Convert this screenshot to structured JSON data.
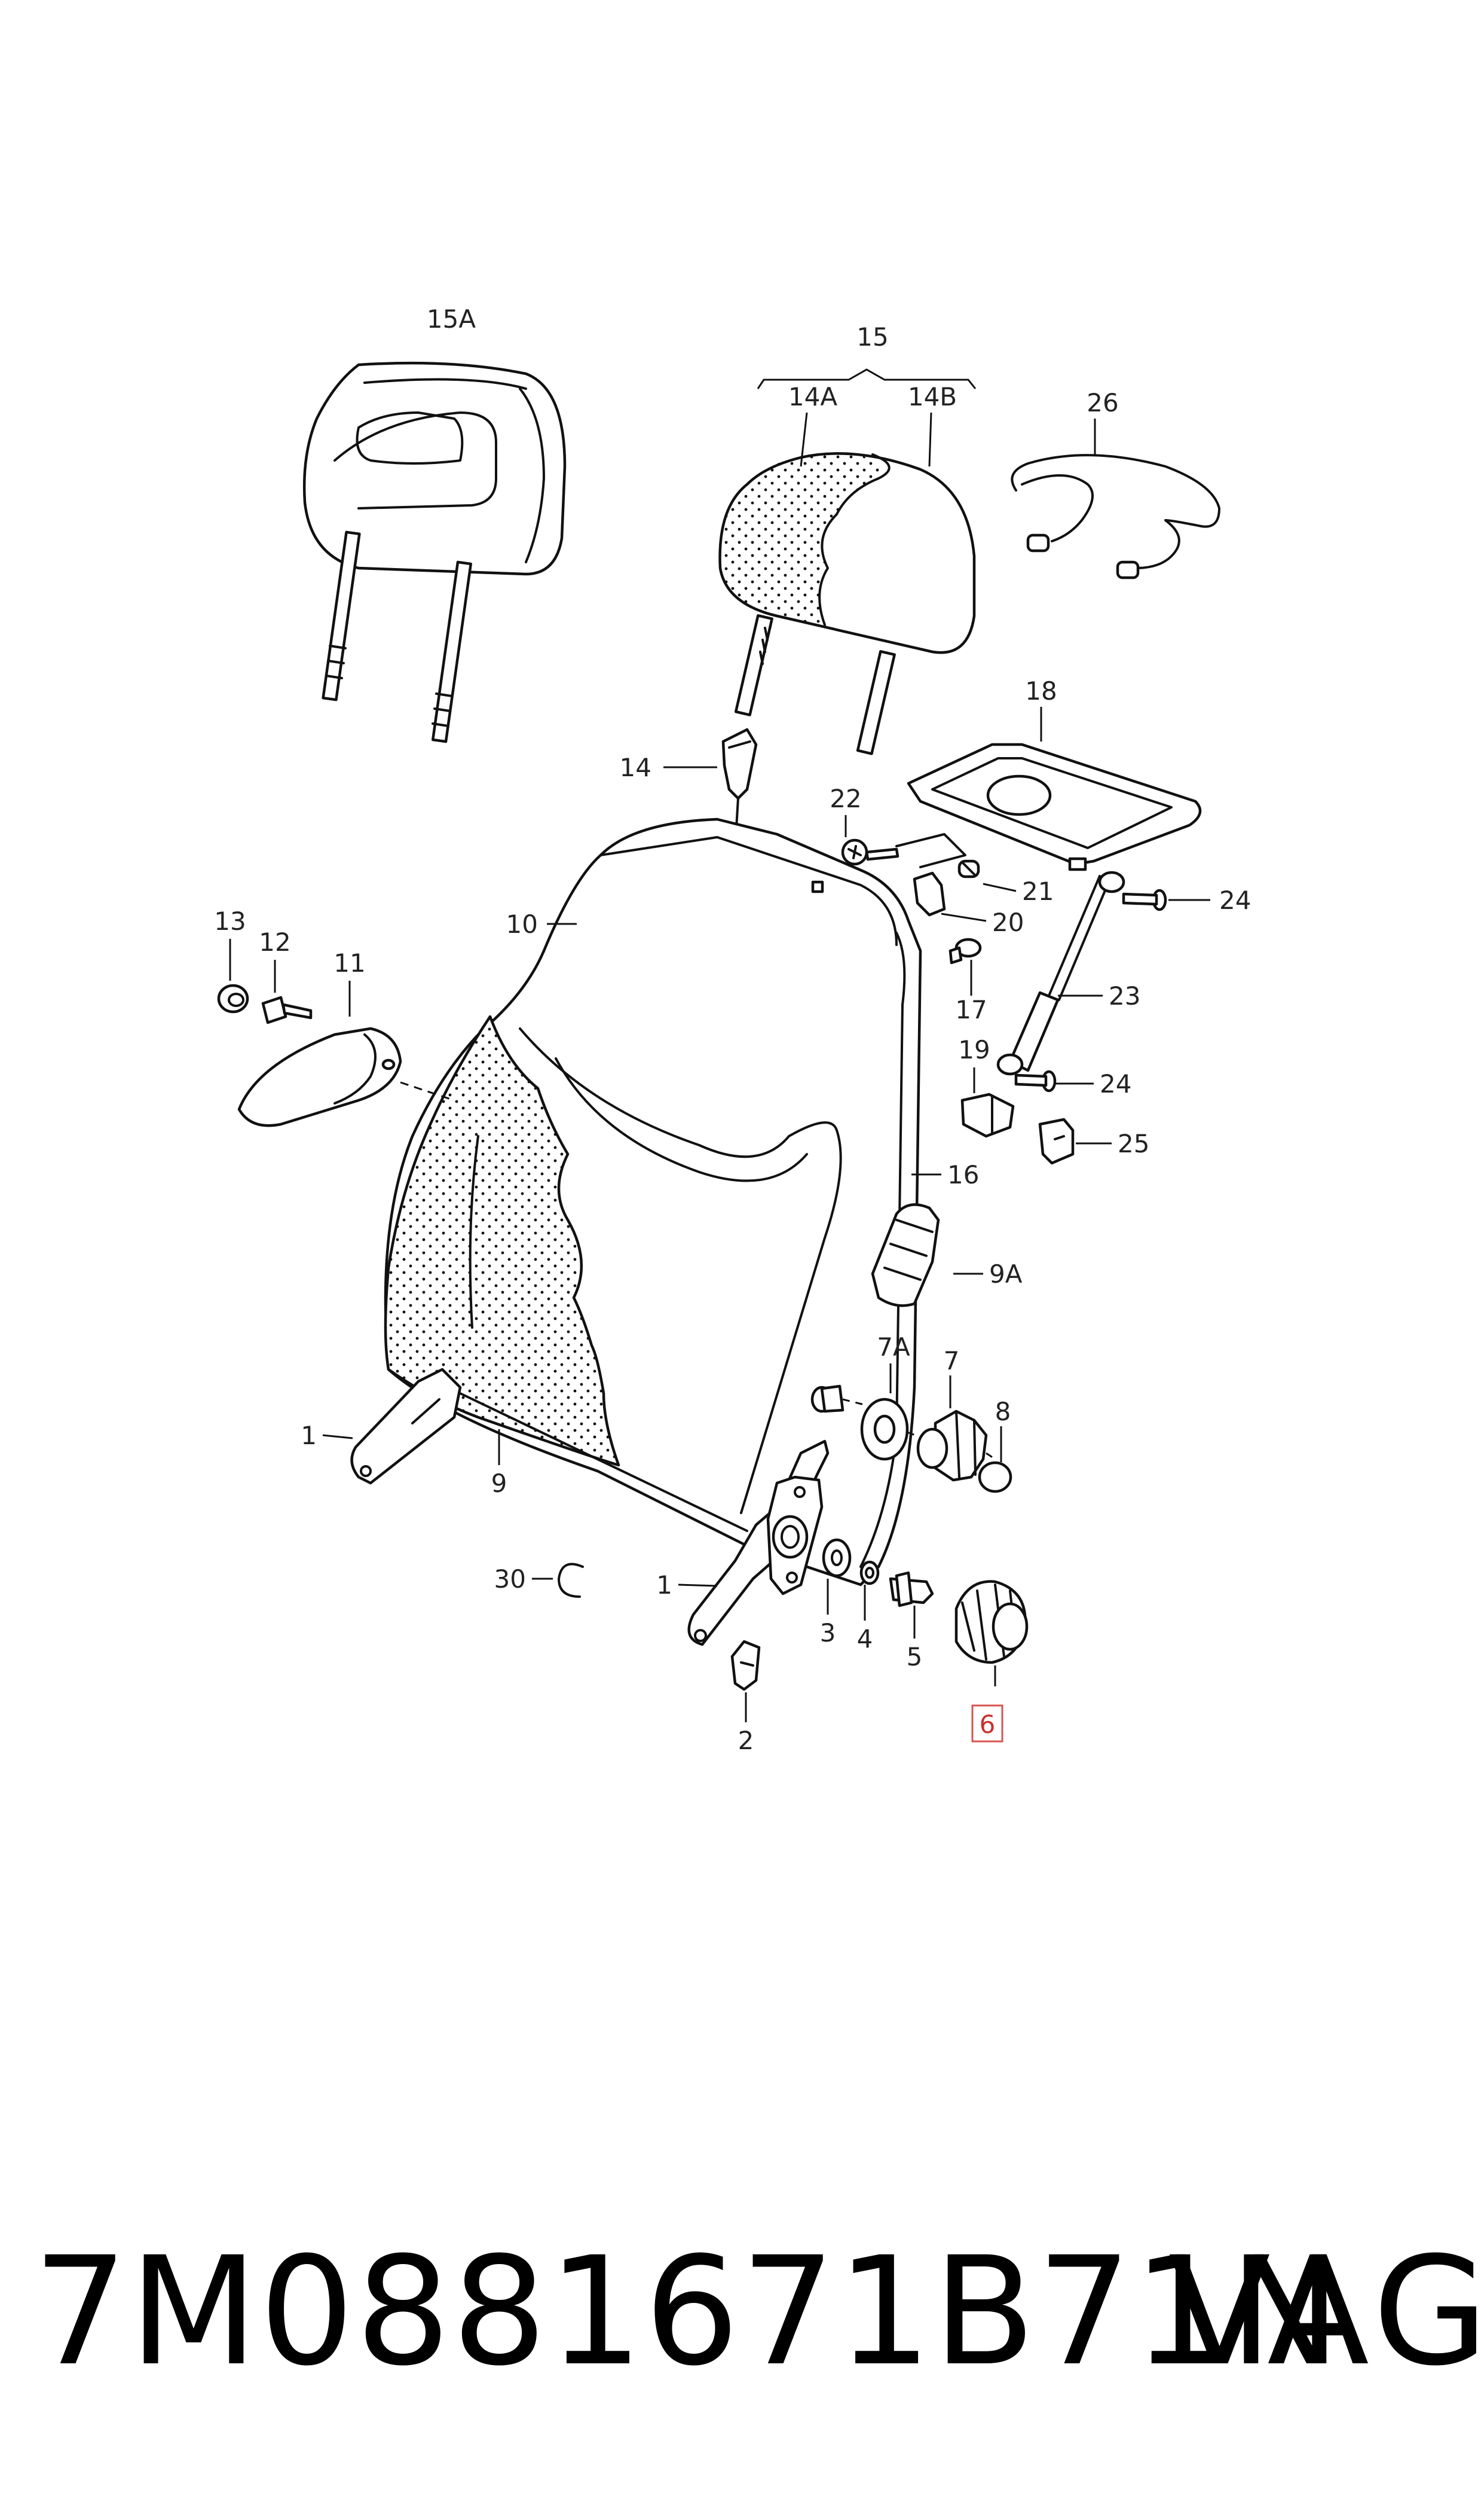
{
  "callouts": {
    "c15A": "15A",
    "c15": "15",
    "c14A": "14A",
    "c14B": "14B",
    "c26": "26",
    "c18": "18",
    "c14": "14",
    "c22": "22",
    "c21": "21",
    "c20": "20",
    "c24a": "24",
    "c24b": "24",
    "c13": "13",
    "c12": "12",
    "c11": "11",
    "c10": "10",
    "c17": "17",
    "c23": "23",
    "c19": "19",
    "c25": "25",
    "c16": "16",
    "c9A": "9A",
    "c7A": "7A",
    "c7": "7",
    "c8": "8",
    "c1a": "1",
    "c9": "9",
    "c30": "30",
    "c1b": "1",
    "c3": "3",
    "c4": "4",
    "c5": "5",
    "c2": "2",
    "c6": "6"
  },
  "highlight": {
    "color": "#d9534f",
    "callout": "6"
  },
  "footer": {
    "part_number": "7M0881671B71N",
    "brand": "VAG"
  }
}
